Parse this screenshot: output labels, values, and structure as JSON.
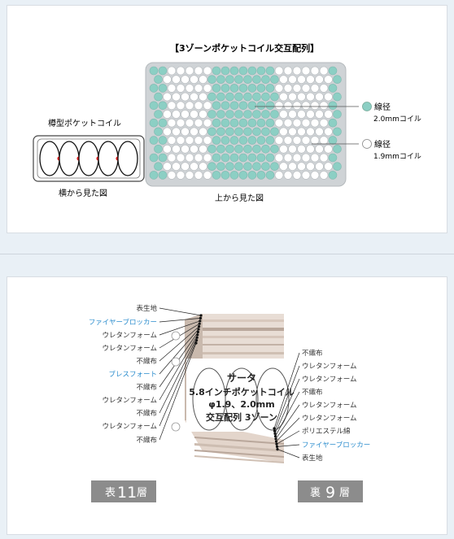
{
  "top": {
    "title": "【3ゾーンポケットコイル交互配列】",
    "side_title": "樽型ポケットコイル",
    "side_caption": "横から見た図",
    "top_caption": "上から見た図",
    "legend": [
      {
        "label": "線径",
        "sub": "2.0mmコイル",
        "color": "#8ccfc4"
      },
      {
        "label": "線径",
        "sub": "1.9mmコイル",
        "color": "#ffffff"
      }
    ]
  },
  "bottom": {
    "center_lines": [
      "サータ",
      "5.8インチポケットコイル",
      "φ1.9、2.0mm",
      "交互配列 3ゾーン"
    ],
    "left_layers": [
      {
        "label": "表生地",
        "blue": false
      },
      {
        "label": "ファイヤーブロッカー",
        "blue": true
      },
      {
        "label": "ウレタンフォーム",
        "blue": false
      },
      {
        "label": "ウレタンフォーム",
        "blue": false
      },
      {
        "label": "不織布",
        "blue": false
      },
      {
        "label": "ブレスフォート",
        "blue": true
      },
      {
        "label": "不織布",
        "blue": false
      },
      {
        "label": "ウレタンフォーム",
        "blue": false
      },
      {
        "label": "不織布",
        "blue": false
      },
      {
        "label": "ウレタンフォーム",
        "blue": false
      },
      {
        "label": "不織布",
        "blue": false
      }
    ],
    "right_layers": [
      {
        "label": "不織布",
        "blue": false
      },
      {
        "label": "ウレタンフォーム",
        "blue": false
      },
      {
        "label": "ウレタンフォーム",
        "blue": false
      },
      {
        "label": "不織布",
        "blue": false
      },
      {
        "label": "ウレタンフォーム",
        "blue": false
      },
      {
        "label": "ウレタンフォーム",
        "blue": false
      },
      {
        "label": "ポリエステル綿",
        "blue": false
      },
      {
        "label": "ファイヤーブロッカー",
        "blue": true
      },
      {
        "label": "表生地",
        "blue": false
      }
    ],
    "badge_left": {
      "prefix": "表",
      "num": "11",
      "suffix": "層"
    },
    "badge_right": {
      "prefix": "裏",
      "num": "9",
      "suffix": "層"
    },
    "colors": {
      "blue_text": "#2a8ccd",
      "badge_bg": "#8c8c8c",
      "teal": "#8ccfc4",
      "red": "#e02020"
    }
  }
}
